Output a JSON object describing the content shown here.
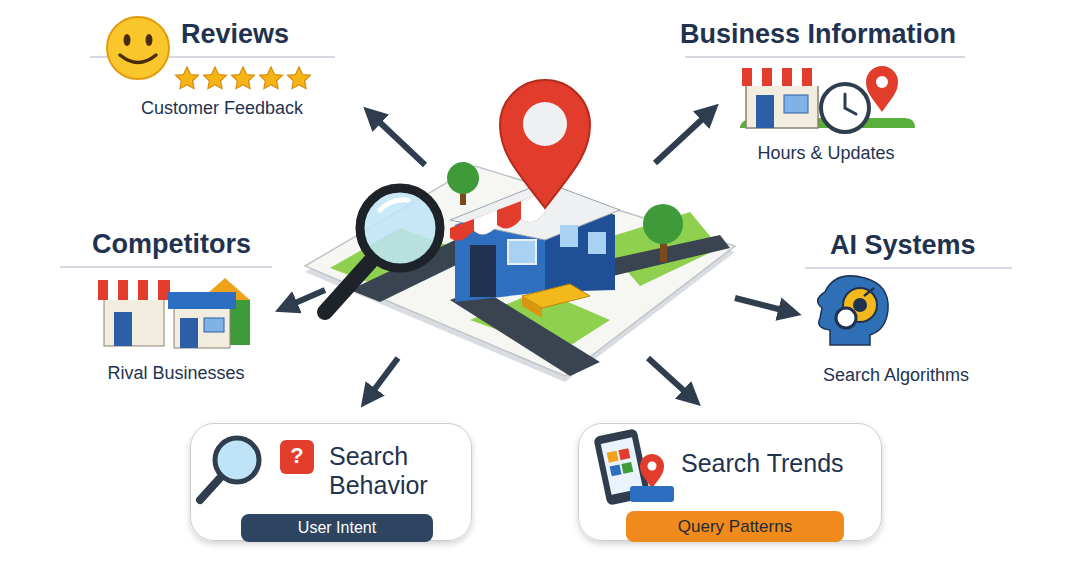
{
  "diagram": {
    "nodes": [
      {
        "text": [
          "Search Behavior"
        ]
      },
      {
        "text": [
          "User Intent"
        ],
        "in": 0
      },
      {
        "text": [
          "Search Trends"
        ]
      },
      {
        "text": [
          "Query Patterns"
        ],
        "in": 2
      }
    ],
    "labels": [
      "Reviews",
      "Customer Feedback",
      "Business Information",
      "Hours & Updates",
      "Competitors",
      "Rival Businesses",
      "AI Systems",
      "Search Algorithms",
      "?"
    ]
  }
}
